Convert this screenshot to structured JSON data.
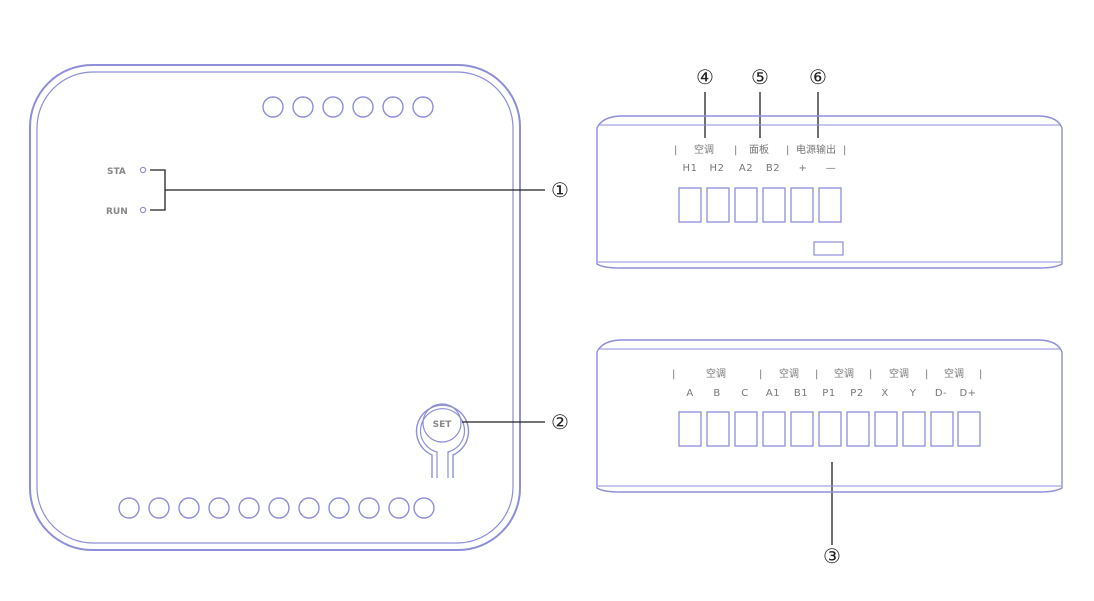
{
  "colors": {
    "outline": "#8f8ed8",
    "line": "#222222",
    "text": "#777777"
  },
  "main_unit": {
    "leds": [
      "STA",
      "RUN"
    ],
    "button": "SET"
  },
  "callouts": [
    "①",
    "②",
    "③",
    "④",
    "⑤",
    "⑥"
  ],
  "top_panel": {
    "groups": [
      "空调",
      "面板",
      "电源输出"
    ],
    "terminals": [
      "H1",
      "H2",
      "A2",
      "B2",
      "+",
      "—"
    ]
  },
  "bottom_panel": {
    "groups": [
      "空调",
      "空调",
      "空调",
      "空调",
      "空调"
    ],
    "terminals": [
      "A",
      "B",
      "C",
      "A1",
      "B1",
      "P1",
      "P2",
      "X",
      "Y",
      "D-",
      "D+"
    ]
  }
}
